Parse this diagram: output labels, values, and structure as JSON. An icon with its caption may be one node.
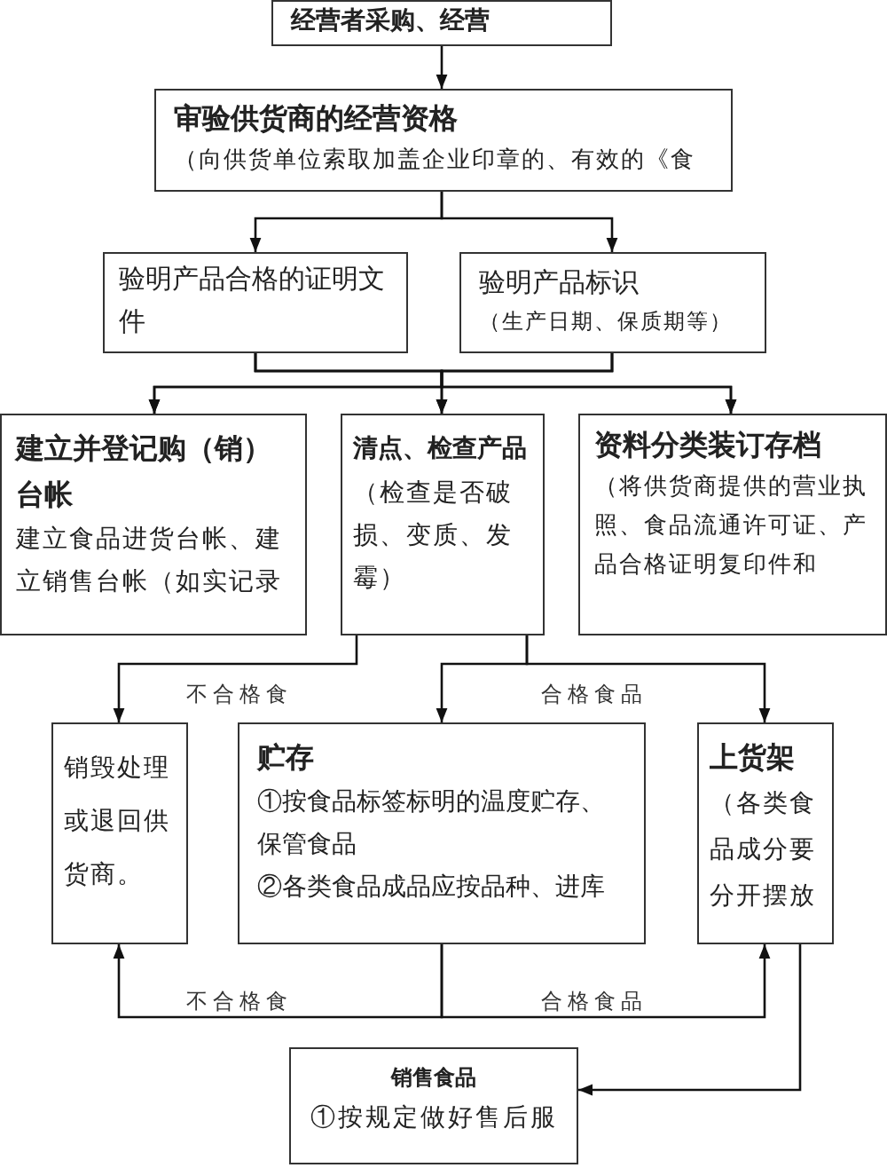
{
  "diagram": {
    "nodes": [
      {
        "text": [
          "经营者采购、经营"
        ]
      },
      {
        "text": [
          "审验供货商的经营资格",
          "（向供货单位索取加盖企业印章的、有效的《食"
        ]
      },
      {
        "text": [
          "验明产品合格的证明文件"
        ]
      },
      {
        "text": [
          "验明产品标识",
          "（生产日期、保质期等）"
        ]
      },
      {
        "text": [
          "建立并登记购（销）台帐",
          "建立食品进货台帐、建立销售台帐（如实记录"
        ]
      },
      {
        "text": [
          "清点、检查产品",
          "（检查是否破损、变质、发霉）"
        ]
      },
      {
        "text": [
          "资料分类装订存档",
          "（将供货商提供的营业执照、食品流通许可证、产品合格证明复印件和"
        ]
      },
      {
        "text": [
          "销毁处理或退回供货商。"
        ]
      },
      {
        "text": [
          "贮存",
          "①按食品标签标明的温度贮存、保管食品",
          "②各类食品成品应按品种、进库"
        ]
      },
      {
        "text": [
          "上货架",
          "（各类食品成分要分开摆放"
        ]
      },
      {
        "text": [
          "销售食品",
          "①按规定做好售后服"
        ]
      }
    ],
    "edges": [
      {
        "from": 0,
        "to": 1,
        "arrow": "to"
      },
      {
        "from": 1,
        "to": 2,
        "arrow": "to"
      },
      {
        "from": 1,
        "to": 3,
        "arrow": "to"
      },
      {
        "from": 2,
        "to": 4,
        "arrow": "to"
      },
      {
        "from": 2,
        "to": 5,
        "arrow": "to"
      },
      {
        "from": 2,
        "to": 6,
        "arrow": "to"
      },
      {
        "from": 3,
        "to": 4,
        "arrow": "to"
      },
      {
        "from": 3,
        "to": 5,
        "arrow": "to"
      },
      {
        "from": 3,
        "to": 6,
        "arrow": "to"
      },
      {
        "from": 5,
        "to": 7,
        "arrow": "to",
        "label": "不合格食"
      },
      {
        "from": 5,
        "to": 8,
        "arrow": "to"
      },
      {
        "from": 5,
        "to": 9,
        "arrow": "to",
        "label": "合格食品"
      },
      {
        "from": 8,
        "to": 7,
        "arrow": "to",
        "label": "不合格食"
      },
      {
        "from": 8,
        "to": 9,
        "arrow": "to",
        "label": "合格食品"
      },
      {
        "from": 9,
        "to": 10,
        "arrow": "to"
      }
    ]
  }
}
